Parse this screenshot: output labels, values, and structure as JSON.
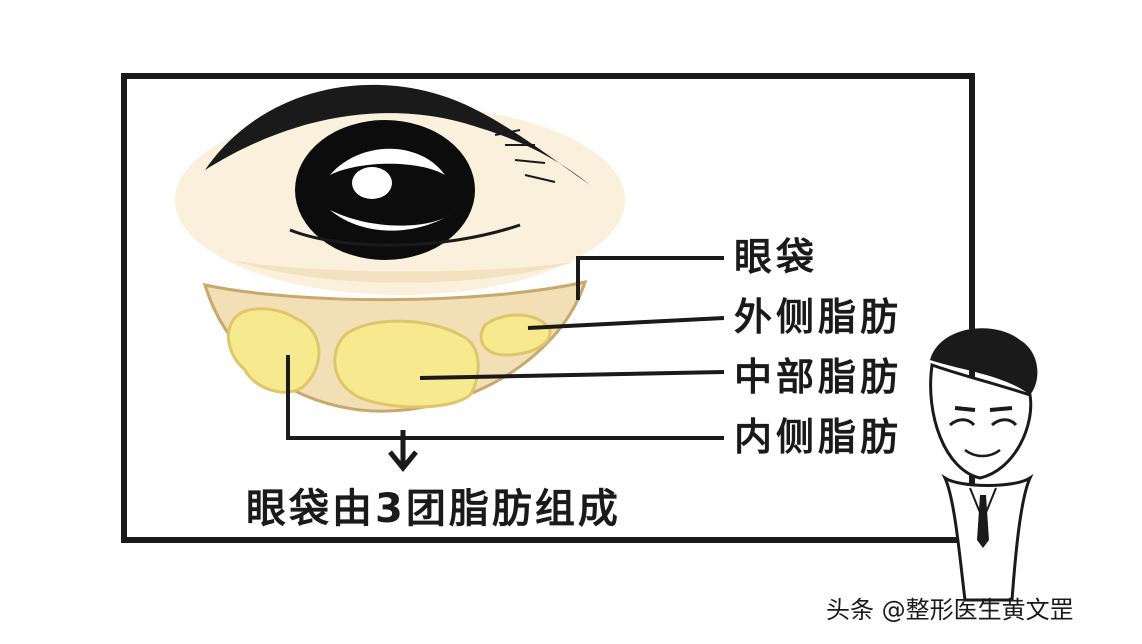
{
  "labels": {
    "eye_bag": "眼袋",
    "outer_fat": "外侧脂肪",
    "middle_fat": "中部脂肪",
    "inner_fat": "内侧脂肪"
  },
  "caption": "眼袋由3团脂肪组成",
  "watermark": "头条 @整形医生黄文罡",
  "colors": {
    "frame": "#1a1a1a",
    "skin": "#f9efd9",
    "bag": "#f3dfb6",
    "fat": "#f6e98e",
    "fat_outline": "#e0c66a"
  },
  "icons": [
    "eye",
    "doctor-avatar",
    "down-arrow"
  ]
}
